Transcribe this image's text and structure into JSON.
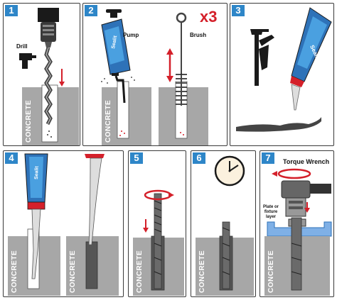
{
  "steps": [
    {
      "number": "1",
      "labels": {
        "drill": "Drill",
        "concrete": "CONCRETE"
      }
    },
    {
      "number": "2",
      "labels": {
        "pump": "Pump",
        "brush": "Brush",
        "repeat": "x3",
        "concrete": "CONCRETE"
      }
    },
    {
      "number": "3"
    },
    {
      "number": "4",
      "labels": {
        "concrete_a": "CONCRETE",
        "concrete_b": "CONCRETE"
      }
    },
    {
      "number": "5",
      "labels": {
        "concrete": "CONCRETE"
      }
    },
    {
      "number": "6",
      "labels": {
        "concrete": "CONCRETE"
      }
    },
    {
      "number": "7",
      "labels": {
        "torque_wrench": "Torque Wrench",
        "plate": "Plate or fixture layer",
        "concrete": "CONCRETE"
      }
    }
  ],
  "product_text": "Sealit",
  "colors": {
    "step_badge": "#2e86c8",
    "concrete": "#a7a7a7",
    "cartridge_blue": "#2e72b8",
    "cartridge_red": "#d4202a",
    "arrow_red": "#d4202a"
  },
  "icons": [
    "drill-icon",
    "pump-icon",
    "brush-icon",
    "caulking-gun-icon",
    "clock-icon",
    "torque-wrench-icon",
    "rotation-arrow-icon"
  ]
}
